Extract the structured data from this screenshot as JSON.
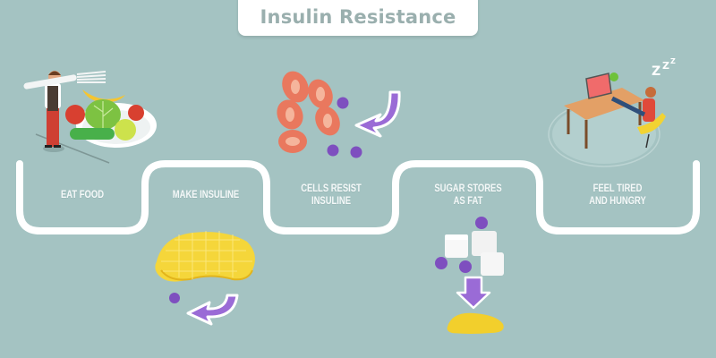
{
  "title": "Insulin Resistance",
  "steps": [
    {
      "line1": "EAT FOOD",
      "line2": ""
    },
    {
      "line1": "MAKE INSULINE",
      "line2": ""
    },
    {
      "line1": "CELLS RESIST",
      "line2": "INSULINE"
    },
    {
      "line1": "SUGAR STORES",
      "line2": "AS FAT"
    },
    {
      "line1": "FEEL TIRED",
      "line2": "AND HUNGRY"
    }
  ],
  "illustrations": {
    "sleep_text": "Z Z Z"
  },
  "colors": {
    "background": "#a4c3c2",
    "path": "#ffffff",
    "label": "#f4f8f8",
    "title": "#9aafae",
    "purple": "#8a5ac8",
    "cell": "#e9785e",
    "pancreas": "#f2d534"
  }
}
